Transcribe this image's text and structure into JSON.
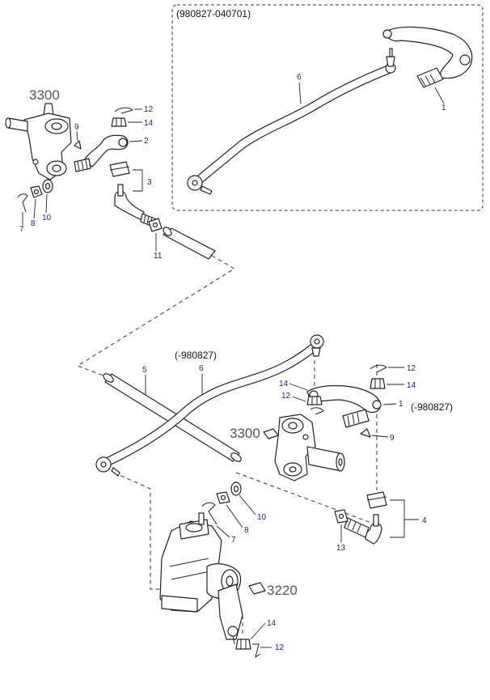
{
  "diagram": {
    "box_label": "(980827-040701)",
    "variant_label_lower": "(-980827)",
    "variant_label_right": "(-980827)",
    "refs": {
      "knuckle_top": "3300",
      "knuckle_mid": "3300",
      "gearbox": "3220"
    },
    "callouts": {
      "box_tie_rod": "6",
      "box_arm": "1",
      "tl_12": "12",
      "tl_14": "14",
      "tl_9": "9",
      "tl_2": "2",
      "tl_3": "3",
      "tl_7": "7",
      "tl_8": "8",
      "tl_10": "10",
      "tl_11": "11",
      "lower_5": "5",
      "lower_6": "6",
      "r_12": "12",
      "r_14": "14",
      "m_14": "14",
      "m_12": "12",
      "r_1": "1",
      "r_9": "9",
      "r_4": "4",
      "m_10": "10",
      "m_8": "8",
      "m_7": "7",
      "m_13": "13",
      "b_14": "14",
      "b_12": "12"
    }
  }
}
